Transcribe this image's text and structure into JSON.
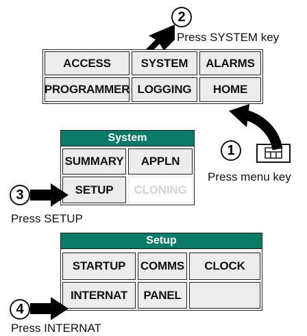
{
  "top_menu": {
    "buttons": [
      "ACCESS",
      "SYSTEM",
      "ALARMS",
      "PROGRAMMER",
      "LOGGING",
      "HOME"
    ]
  },
  "system_menu": {
    "title": "System",
    "buttons": [
      "SUMMARY",
      "APPLN",
      "SETUP",
      "CLONING"
    ]
  },
  "setup_menu": {
    "title": "Setup",
    "buttons": [
      "STARTUP",
      "COMMS",
      "CLOCK",
      "INTERNAT",
      "PANEL",
      ""
    ]
  },
  "steps": [
    {
      "number": "1",
      "label": "Press menu key"
    },
    {
      "number": "2",
      "label": "Press SYSTEM key"
    },
    {
      "number": "3",
      "label": "Press SETUP"
    },
    {
      "number": "4",
      "label": "Press INTERNAT"
    }
  ],
  "colors": {
    "header": "#0b7a66",
    "button": "#ececec"
  },
  "icons": {
    "menu_key": "menu-key-icon",
    "arrow": "arrow-icon"
  }
}
